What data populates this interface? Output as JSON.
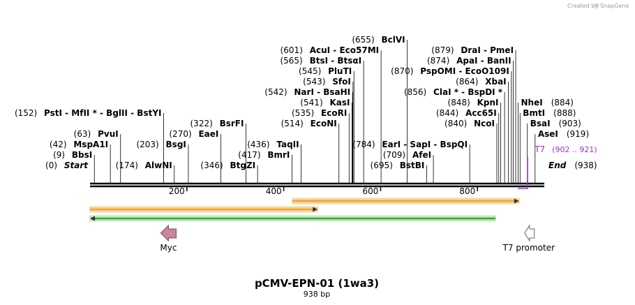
{
  "credit": {
    "text": "Created by",
    "brand": "SnapGene"
  },
  "title": "pCMV-EPN-01 (1wa3)",
  "subtitle": "938 bp",
  "seq_length": 938,
  "ruler_ticks": [
    200,
    400,
    600,
    800
  ],
  "ends": {
    "start": {
      "pos": "(0)",
      "label": "Start"
    },
    "end": {
      "pos": "(938)",
      "label": "End"
    }
  },
  "sites": [
    {
      "pos": 0,
      "text": "(0)",
      "name": "Start",
      "row": 0,
      "side": "left",
      "italic": true
    },
    {
      "pos": 9,
      "text": "(9)",
      "name": "BbsI",
      "row": 1,
      "side": "left"
    },
    {
      "pos": 42,
      "text": "(42)",
      "name": "MspA1I",
      "row": 2,
      "side": "left"
    },
    {
      "pos": 63,
      "text": "(63)",
      "name": "PvuI",
      "row": 3,
      "side": "left"
    },
    {
      "pos": 152,
      "text": "(152)",
      "name": "PstI  - MfII * - BglII  - BstYI",
      "row": 5,
      "side": "left"
    },
    {
      "pos": 174,
      "text": "(174)",
      "name": "AlwNI",
      "row": 0,
      "side": "left"
    },
    {
      "pos": 203,
      "text": "(203)",
      "name": "BsgI",
      "row": 2,
      "side": "left"
    },
    {
      "pos": 270,
      "text": "(270)",
      "name": "EaeI",
      "row": 3,
      "side": "left"
    },
    {
      "pos": 322,
      "text": "(322)",
      "name": "BsrFI",
      "row": 4,
      "side": "left"
    },
    {
      "pos": 346,
      "text": "(346)",
      "name": "BtgZI",
      "row": 0,
      "side": "left"
    },
    {
      "pos": 417,
      "text": "(417)",
      "name": "BmrI",
      "row": 1,
      "side": "left"
    },
    {
      "pos": 436,
      "text": "(436)",
      "name": "TaqII",
      "row": 2,
      "side": "left"
    },
    {
      "pos": 514,
      "text": "(514)",
      "name": "EcoNI",
      "row": 4,
      "side": "left"
    },
    {
      "pos": 535,
      "text": "(535)",
      "name": "EcoRI",
      "row": 5,
      "side": "left"
    },
    {
      "pos": 541,
      "text": "(541)",
      "name": "KasI",
      "row": 6,
      "side": "left"
    },
    {
      "pos": 542,
      "text": "(542)",
      "name": "NarI  - BsaHI",
      "row": 7,
      "side": "left"
    },
    {
      "pos": 543,
      "text": "(543)",
      "name": "SfoI",
      "row": 8,
      "side": "left"
    },
    {
      "pos": 545,
      "text": "(545)",
      "name": "PluTI",
      "row": 9,
      "side": "left"
    },
    {
      "pos": 565,
      "text": "(565)",
      "name": "BtsI  - BtsαI",
      "row": 10,
      "side": "left"
    },
    {
      "pos": 601,
      "text": "(601)",
      "name": "AcuI  - Eco57MI",
      "row": 11,
      "side": "left"
    },
    {
      "pos": 655,
      "text": "(655)",
      "name": "BclVI",
      "row": 12,
      "side": "left"
    },
    {
      "pos": 784,
      "text": "(784)",
      "name": "EarI  - SapI  - BspQI",
      "row": 2,
      "side": "left"
    },
    {
      "pos": 709,
      "text": "(709)",
      "name": "AfeI",
      "row": 1,
      "side": "left"
    },
    {
      "pos": 695,
      "text": "(695)",
      "name": "BstBI",
      "row": 0,
      "side": "left"
    },
    {
      "pos": 840,
      "text": "(840)",
      "name": "NcoI",
      "row": 4,
      "side": "left"
    },
    {
      "pos": 844,
      "text": "(844)",
      "name": "Acc65I",
      "row": 5,
      "side": "left"
    },
    {
      "pos": 848,
      "text": "(848)",
      "name": "KpnI",
      "row": 6,
      "side": "left"
    },
    {
      "pos": 856,
      "text": "(856)",
      "name": "ClaI * - BspDI *",
      "row": 7,
      "side": "left"
    },
    {
      "pos": 864,
      "text": "(864)",
      "name": "XbaI",
      "row": 8,
      "side": "left"
    },
    {
      "pos": 870,
      "text": "(870)",
      "name": "PspOMI  - EcoO109I",
      "row": 9,
      "side": "left"
    },
    {
      "pos": 874,
      "text": "(874)",
      "name": "ApaI  - BanII",
      "row": 10,
      "side": "left"
    },
    {
      "pos": 879,
      "text": "(879)",
      "name": "DraI  - PmeI",
      "row": 11,
      "side": "left"
    },
    {
      "pos": 884,
      "text": "(884)",
      "name": "NheI",
      "row": 6,
      "side": "right"
    },
    {
      "pos": 888,
      "text": "(888)",
      "name": "BmtI",
      "row": 5,
      "side": "right"
    },
    {
      "pos": 903,
      "text": "(903)",
      "name": "BsaI",
      "row": 4,
      "side": "right"
    },
    {
      "pos": 919,
      "text": "(919)",
      "name": "AseI",
      "row": 3,
      "side": "right"
    }
  ],
  "primer": {
    "name": "T7",
    "range": "(902 .. 921)",
    "start": 902,
    "end": 921,
    "color": "#9933cc"
  },
  "features": [
    {
      "name": "orange-forward-1",
      "start": 0,
      "end": 470,
      "strand": 1,
      "fill": "#f3a23a",
      "border": "#f4d7a0",
      "row": 0
    },
    {
      "name": "orange-forward-2",
      "start": 418,
      "end": 886,
      "strand": 1,
      "fill": "#f3a23a",
      "border": "#f4d7a0",
      "row": 1
    },
    {
      "name": "green-reverse",
      "start": 0,
      "end": 837,
      "strand": -1,
      "fill": "#33aa33",
      "border": "#c8e6c0",
      "row": 2
    }
  ],
  "markers": [
    {
      "label": "Myc",
      "pos": 162,
      "direction": "left",
      "fill": "#c8869f",
      "stroke": "#7a4d5e"
    },
    {
      "label": "T7 promoter",
      "pos": 906,
      "direction": "left",
      "fill": "#ffffff",
      "stroke": "#666666"
    }
  ],
  "colors": {
    "backbone": "#000000",
    "site_line": "#000000"
  }
}
